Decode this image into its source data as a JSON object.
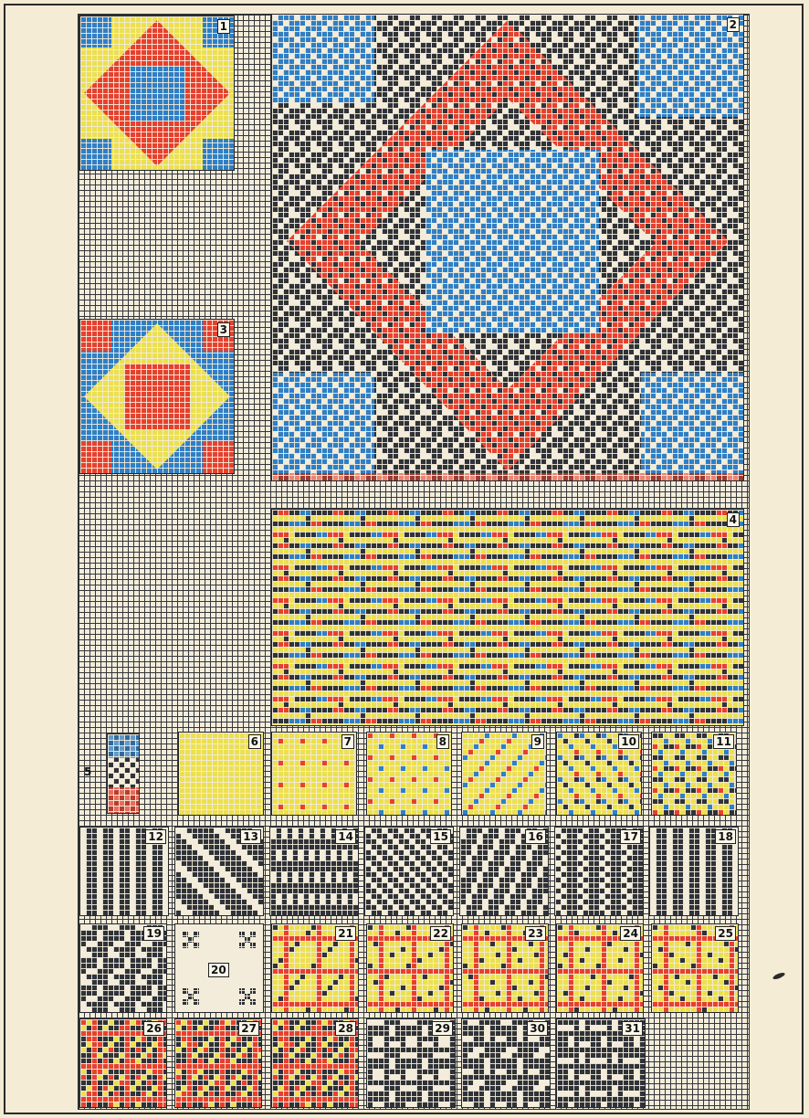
{
  "plate": {
    "colors": {
      "dark": "#2f3238",
      "cream": "#f3ecda",
      "red": "#e8402e",
      "blue": "#2f7fc6",
      "yellow": "#ece04e"
    }
  },
  "labels": {
    "p1": "1",
    "p2": "2",
    "p3": "3",
    "p4": "4",
    "p5": "5",
    "p6": "6",
    "p7": "7",
    "p8": "8",
    "p9": "9",
    "p10": "10",
    "p11": "11",
    "p12": "12",
    "p13": "13",
    "p14": "14",
    "p15": "15",
    "p16": "16",
    "p17": "17",
    "p18": "18",
    "p19": "19",
    "p20": "20",
    "p21": "21",
    "p22": "22",
    "p23": "23",
    "p24": "24",
    "p25": "25",
    "p26": "26",
    "p27": "27",
    "p28": "28",
    "p29": "29",
    "p30": "30",
    "p31": "31"
  }
}
